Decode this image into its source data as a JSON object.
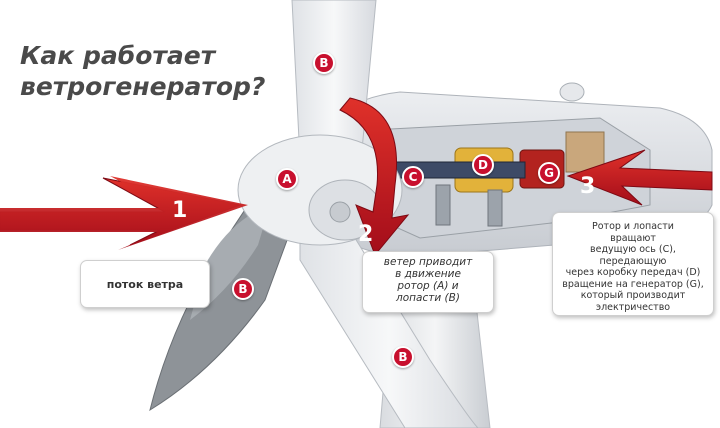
{
  "title": {
    "line1": "Как работает",
    "line2": "ветрогенератор?"
  },
  "badges": {
    "A": "A",
    "B1": "B",
    "B2": "B",
    "B3": "B",
    "C": "C",
    "D": "D",
    "G": "G"
  },
  "steps": {
    "one": "1",
    "two": "2",
    "three": "3"
  },
  "captions": {
    "flow": "поток ветра",
    "step2": [
      "ветер приводит",
      "в движение",
      "ротор (A) и",
      "лопасти (B)"
    ],
    "step3": [
      "Ротор и лопасти",
      "вращают",
      "ведущую ось (C),",
      "передающую",
      "через коробку передач (D)",
      "вращение на генератор (G),",
      "который производит",
      "электричество"
    ]
  },
  "colors": {
    "accent_red": "#c8102e",
    "title_gray": "#4a4a4a",
    "turbine_white": "#f2f3f5",
    "shadow_gray": "#9aa0a6"
  }
}
